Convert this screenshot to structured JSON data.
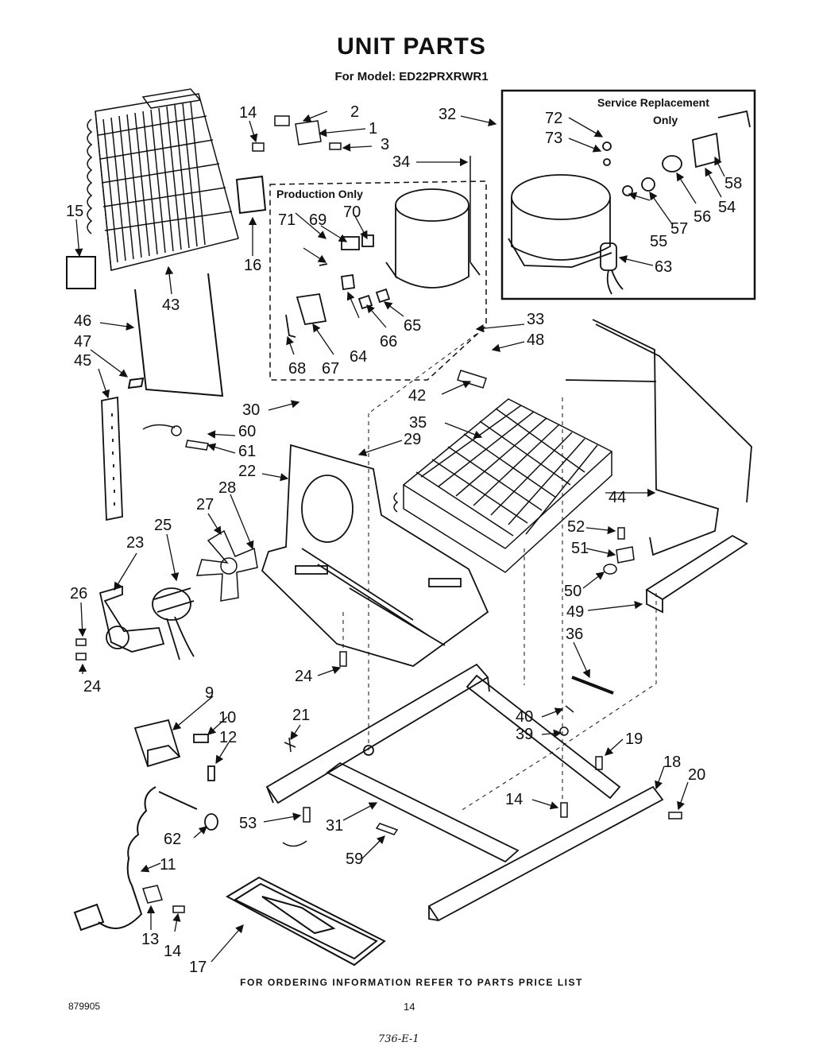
{
  "title": "UNIT PARTS",
  "model_line": "For Model: ED22PRXRWR1",
  "boxes": {
    "production": "Production Only",
    "service_line1": "Service Replacement",
    "service_line2": "Only"
  },
  "labels": {
    "p1": "1",
    "p2": "2",
    "p3": "3",
    "p9": "9",
    "p10": "10",
    "p11": "11",
    "p12": "12",
    "p13": "13",
    "p14a": "14",
    "p14b": "14",
    "p14c": "14",
    "p15": "15",
    "p16": "16",
    "p17": "17",
    "p18": "18",
    "p19": "19",
    "p20": "20",
    "p21": "21",
    "p22": "22",
    "p23": "23",
    "p24a": "24",
    "p24b": "24",
    "p25": "25",
    "p26": "26",
    "p27": "27",
    "p28": "28",
    "p29": "29",
    "p30": "30",
    "p31": "31",
    "p32": "32",
    "p33": "33",
    "p34": "34",
    "p35": "35",
    "p36": "36",
    "p39": "39",
    "p40": "40",
    "p42": "42",
    "p43": "43",
    "p44": "44",
    "p45": "45",
    "p46": "46",
    "p47": "47",
    "p48": "48",
    "p49": "49",
    "p50": "50",
    "p51": "51",
    "p52": "52",
    "p53": "53",
    "p54": "54",
    "p55": "55",
    "p56": "56",
    "p57": "57",
    "p58": "58",
    "p59": "59",
    "p60": "60",
    "p61": "61",
    "p62": "62",
    "p63": "63",
    "p64": "64",
    "p65": "65",
    "p66": "66",
    "p67": "67",
    "p68": "68",
    "p69": "69",
    "p70": "70",
    "p71": "71",
    "p72": "72",
    "p73": "73"
  },
  "footer": "FOR ORDERING INFORMATION REFER TO PARTS PRICE LIST",
  "catalog_number": "879905",
  "page_number": "14",
  "handwritten_note": "736-E-1"
}
